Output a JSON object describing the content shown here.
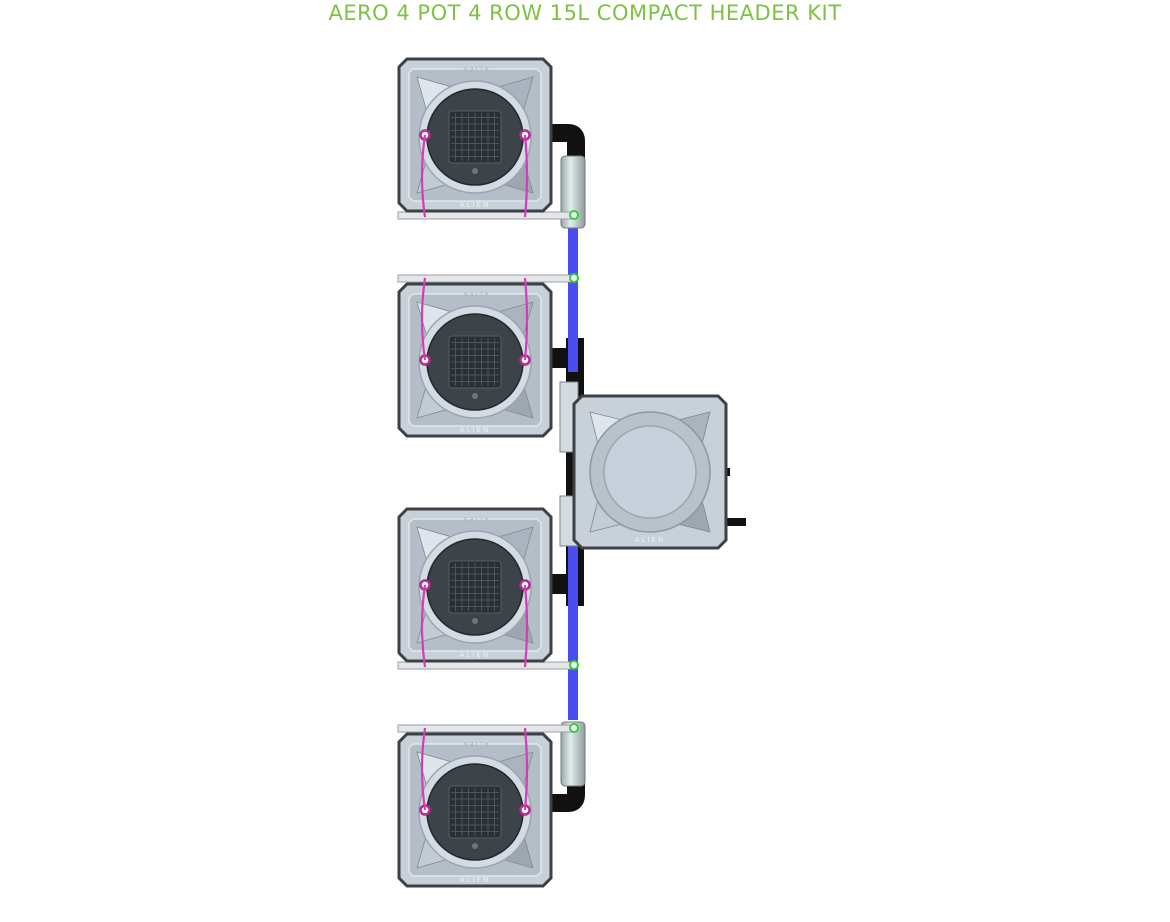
{
  "header": {
    "title": "AERO 4 POT 4 ROW 15L COMPACT HEADER KIT"
  },
  "colors": {
    "title": "#7dc242",
    "pot_body": "#c8d0d8",
    "pot_outline": "#3c4145",
    "lid_dark": "#3d4449",
    "feed_tube": "#d63cb3",
    "header_pipe": "#4a4ef0",
    "drain_pipe": "#111111",
    "manifold": "#c9d6d6",
    "connector": "#2fd12f"
  },
  "diagram": {
    "growing_pots": [
      {
        "label": "ALIEN",
        "position": "row-1"
      },
      {
        "label": "ALIEN",
        "position": "row-2"
      },
      {
        "label": "ALIEN",
        "position": "row-3"
      },
      {
        "label": "ALIEN",
        "position": "row-4"
      }
    ],
    "header_tank": {
      "label": "ALIEN"
    }
  }
}
